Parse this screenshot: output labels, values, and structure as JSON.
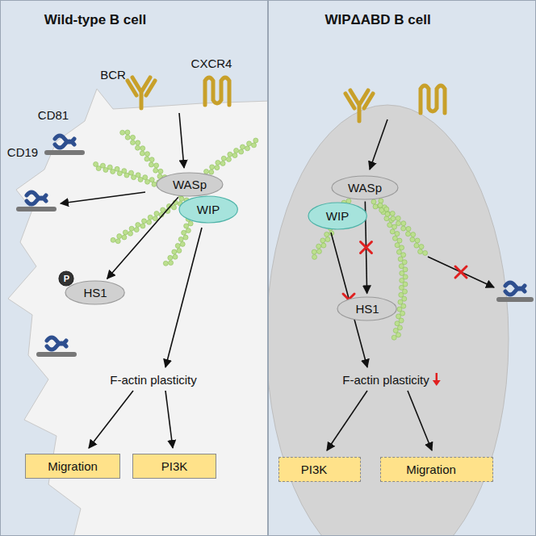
{
  "diagram": {
    "nodes": [
      {
        "text": [
          "WASp"
        ]
      },
      {
        "text": [
          "WIP"
        ]
      },
      {
        "text": [
          "HS1"
        ]
      },
      {
        "text": [
          "P"
        ],
        "in": 2
      },
      {
        "text": [
          "Migration"
        ]
      },
      {
        "text": [
          "PI3K"
        ]
      },
      {
        "text": [
          "WASp"
        ]
      },
      {
        "text": [
          "WIP"
        ]
      },
      {
        "text": [
          "HS1"
        ]
      },
      {
        "text": [
          "PI3K"
        ]
      },
      {
        "text": [
          "Migration"
        ]
      }
    ],
    "edges": [
      {
        "from": 0,
        "to": 2,
        "arrow": "to"
      },
      {
        "from": 6,
        "to": 8,
        "arrow": "to"
      }
    ],
    "labels": [
      "Wild-type B cell",
      "WIPΔABD B cell",
      "BCR",
      "CXCR4",
      "CD81",
      "CD19",
      "F-actin plasticity",
      "F-actin plasticity"
    ]
  }
}
